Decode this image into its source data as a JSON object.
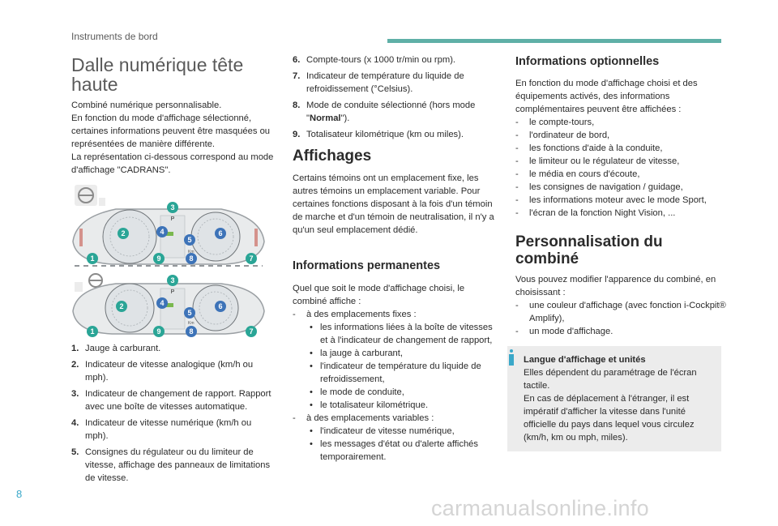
{
  "header": {
    "section": "Instruments de bord"
  },
  "title": {
    "line1": "Dalle numérique tête",
    "line2": "haute"
  },
  "intro": {
    "p1": "Combiné numérique personnalisable.",
    "p2": "En fonction du mode d'affichage sélectionné, certaines informations peuvent être masquées ou représentées de manière différente.",
    "p3": "La représentation ci-dessous correspond au mode d'affichage \"CADRANS\"."
  },
  "figure": {
    "callouts": [
      "1",
      "2",
      "3",
      "4",
      "5",
      "6",
      "7",
      "8",
      "9"
    ],
    "gear": "P",
    "km_label": "Km"
  },
  "legend": [
    {
      "n": "1.",
      "text": "Jauge à carburant."
    },
    {
      "n": "2.",
      "text": "Indicateur de vitesse analogique (km/h ou mph)."
    },
    {
      "n": "3.",
      "text": "Indicateur de changement de rapport. Rapport avec une boîte de vitesses automatique."
    },
    {
      "n": "4.",
      "text": "Indicateur de vitesse numérique (km/h ou mph)."
    },
    {
      "n": "5.",
      "text": "Consignes du régulateur ou du limiteur de vitesse, affichage des panneaux de limitations de vitesse."
    },
    {
      "n": "6.",
      "text": "Compte-tours (x 1000 tr/min ou rpm)."
    },
    {
      "n": "7.",
      "text": "Indicateur de température du liquide de refroidissement (°Celsius)."
    },
    {
      "n": "8.",
      "text_before": "Mode de conduite sélectionné (hors mode \"",
      "bold": "Normal",
      "text_after": "\")."
    },
    {
      "n": "9.",
      "text": "Totalisateur kilométrique (km ou miles)."
    }
  ],
  "affichages": {
    "heading": "Affichages",
    "p": "Certains témoins ont un emplacement fixe, les autres témoins un emplacement variable. Pour certaines fonctions disposant à la fois d'un témoin de marche et d'un témoin de neutralisation, il n'y a qu'un seul emplacement dédié."
  },
  "permanentes": {
    "heading": "Informations permanentes",
    "p": "Quel que soit le mode d'affichage choisi, le combiné affiche :",
    "fixes_label": "à des emplacements fixes :",
    "fixes": [
      "les informations liées à la boîte de vitesses et à l'indicateur de changement de rapport,",
      "la jauge à carburant,",
      "l'indicateur de température du liquide de refroidissement,",
      "le mode de conduite,",
      "le totalisateur kilométrique."
    ],
    "variables_label": "à des emplacements variables :",
    "variables": [
      "l'indicateur de vitesse numérique,",
      "les messages d'état ou d'alerte affichés temporairement."
    ]
  },
  "optionnelles": {
    "heading": "Informations optionnelles",
    "p": "En fonction du mode d'affichage choisi et des équipements activés, des informations complémentaires peuvent être affichées :",
    "items": [
      "le compte-tours,",
      "l'ordinateur de bord,",
      "les fonctions d'aide à la conduite,",
      "le limiteur ou le régulateur de vitesse,",
      "le média en cours d'écoute,",
      "les consignes de navigation / guidage,",
      "les informations moteur avec le mode Sport,",
      "l'écran de la fonction Night Vision, ..."
    ]
  },
  "personnalisation": {
    "heading_line1": "Personnalisation du",
    "heading_line2": "combiné",
    "p": "Vous pouvez modifier l'apparence du combiné, en choisissant :",
    "items": [
      "une couleur d'affichage (avec fonction i-Cockpit® Amplify),",
      "un mode d'affichage."
    ]
  },
  "infobox": {
    "title": "Langue d'affichage et unités",
    "l1": "Elles dépendent du paramétrage de l'écran tactile.",
    "l2": "En cas de déplacement à l'étranger, il est impératif d'afficher la vitesse dans l'unité officielle du pays dans lequel vous circulez (km/h, km ou mph, miles)."
  },
  "footer": {
    "page": "8",
    "watermark": "carmanualsonline.info"
  },
  "colors": {
    "accent": "#5fb0a7",
    "callout_blue": "#3d73b8",
    "callout_teal": "#2aa596",
    "info": "#3aa8c9"
  }
}
